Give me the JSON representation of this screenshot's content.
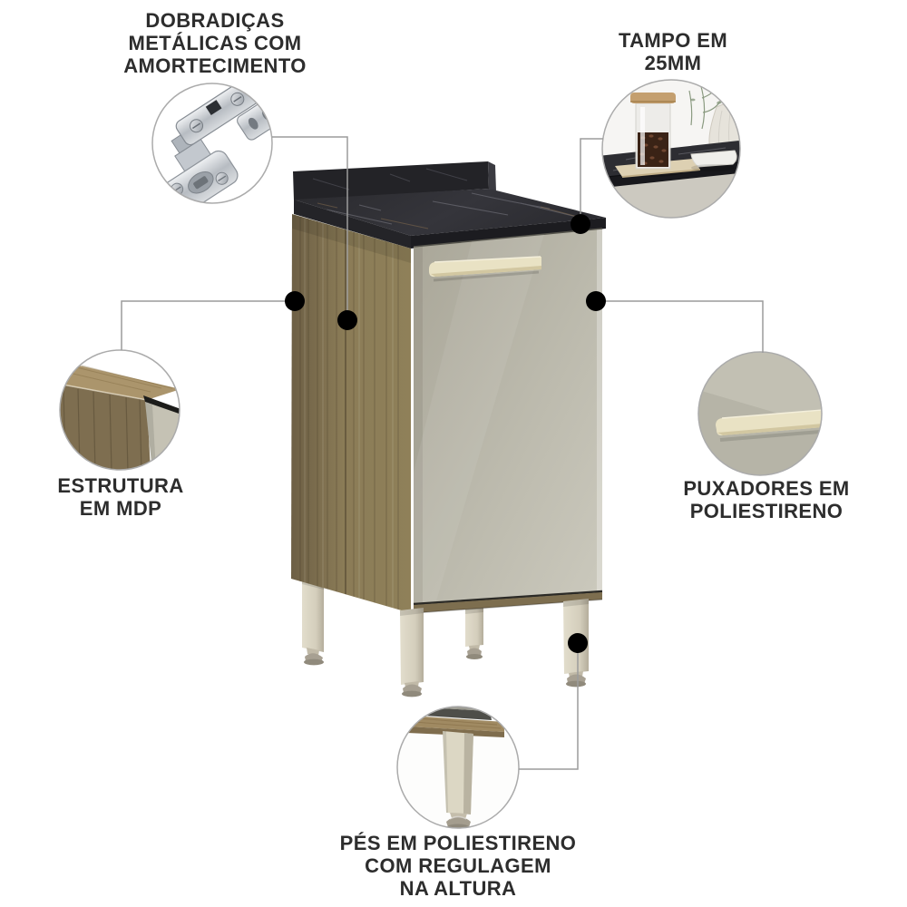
{
  "product": {
    "description": "kitchen base cabinet with one door, black marble countertop and adjustable feet"
  },
  "callouts": {
    "hinges": {
      "lines": [
        "DOBRADIÇAS",
        "METÁLICAS COM",
        "AMORTECIMENTO"
      ],
      "icon": "hinge-detail"
    },
    "countertop": {
      "lines": [
        "TAMPO EM",
        "25MM"
      ],
      "icon": "countertop-detail"
    },
    "structure": {
      "lines": [
        "ESTRUTURA",
        "EM MDP"
      ],
      "icon": "wood-corner-detail"
    },
    "handles": {
      "lines": [
        "PUXADORES EM",
        "POLIESTIRENO"
      ],
      "icon": "handle-detail"
    },
    "feet": {
      "lines": [
        "PÉS EM POLIESTIRENO",
        "COM REGULAGEM",
        "NA ALTURA"
      ],
      "icon": "adjustable-foot-detail"
    }
  },
  "colors": {
    "bg": "#ffffff",
    "text": "#2d2d2d",
    "line": "#9c9c9c",
    "dot": "#000000",
    "wood": "#84744f",
    "countertop": "#2e2e33",
    "door": "#bab8ab",
    "handle": "#e9e2c4",
    "leg": "#d9d3c2"
  }
}
